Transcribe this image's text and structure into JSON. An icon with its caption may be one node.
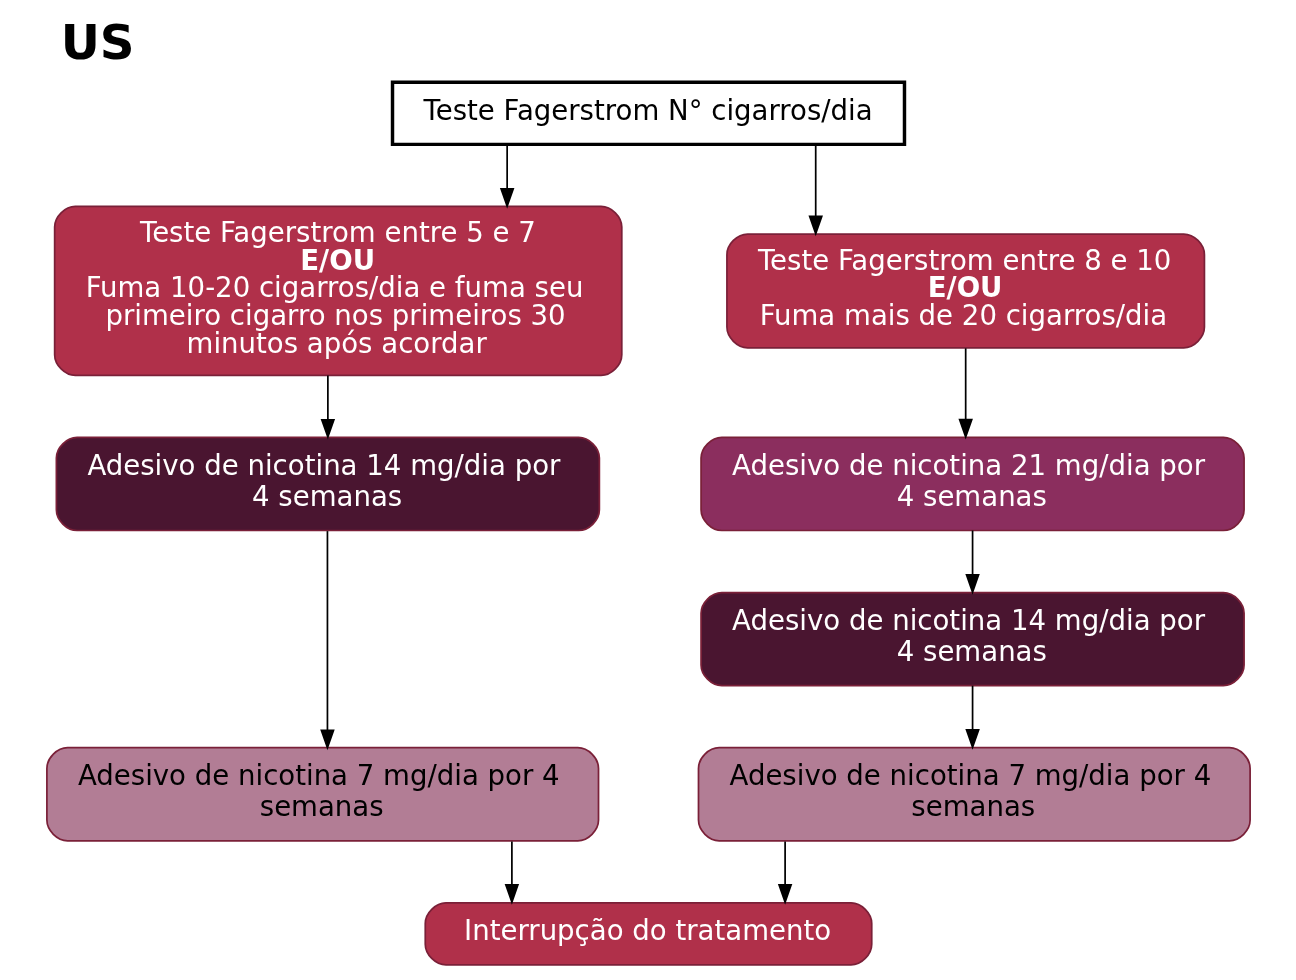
{
  "diagram": {
    "title": "US",
    "nodes": [
      {
        "text": [
          "Teste Fagerstrom N° cigarros/dia"
        ]
      },
      {
        "text": [
          "Teste Fagerstrom entre 5 e 7",
          "E/OU",
          "Fuma 10-20 cigarros/dia e fuma seu primeiro cigarro nos primeiros 30 minutos após acordar"
        ]
      },
      {
        "text": [
          "Teste Fagerstrom entre 8 e 10",
          "E/OU",
          "Fuma mais de 20 cigarros/dia"
        ]
      },
      {
        "text": [
          "Adesivo de nicotina 14 mg/dia por 4 semanas"
        ]
      },
      {
        "text": [
          "Adesivo de nicotina 7 mg/dia por 4 semanas"
        ]
      },
      {
        "text": [
          "Adesivo de nicotina 21 mg/dia por 4 semanas"
        ]
      },
      {
        "text": [
          "Adesivo de nicotina 14 mg/dia por 4 semanas"
        ]
      },
      {
        "text": [
          "Adesivo de nicotina 7 mg/dia por 4 semanas"
        ]
      },
      {
        "text": [
          "Interrupção do tratamento"
        ]
      }
    ],
    "edges": [
      {
        "from": 0,
        "to": 1,
        "arrow": "to"
      },
      {
        "from": 0,
        "to": 2,
        "arrow": "to"
      },
      {
        "from": 1,
        "to": 3,
        "arrow": "to"
      },
      {
        "from": 3,
        "to": 4,
        "arrow": "to"
      },
      {
        "from": 2,
        "to": 5,
        "arrow": "to"
      },
      {
        "from": 5,
        "to": 6,
        "arrow": "to"
      },
      {
        "from": 6,
        "to": 7,
        "arrow": "to"
      },
      {
        "from": 4,
        "to": 8,
        "arrow": "to"
      },
      {
        "from": 7,
        "to": 8,
        "arrow": "to"
      }
    ]
  }
}
